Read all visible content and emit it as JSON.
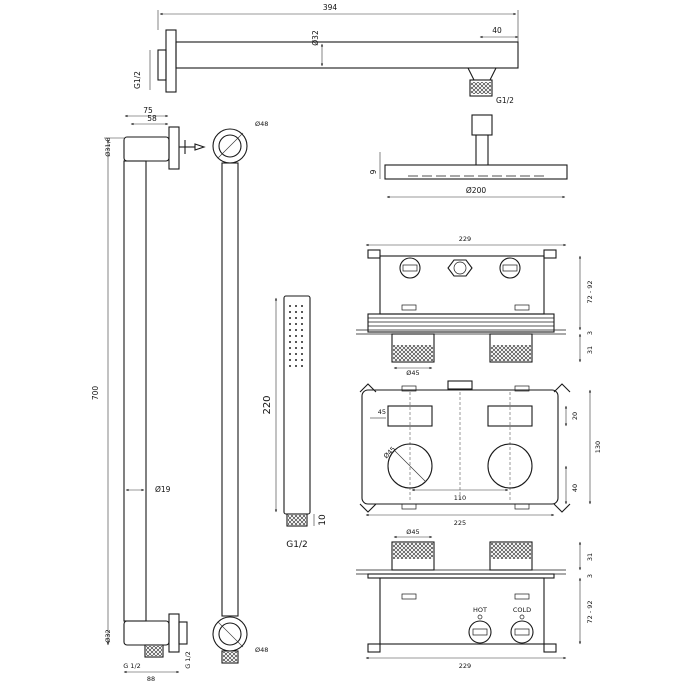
{
  "shower_arm": {
    "length": "394",
    "diameter": "Ø32",
    "tip": "40",
    "thread_wall": "G1/2",
    "thread_outlet": "G1/2"
  },
  "riser_rail": {
    "width_75": "75",
    "width_58": "58",
    "top_diameter": "Ø31,8",
    "length": "700",
    "rail_diameter": "Ø19",
    "bottom_diameter": "Ø32",
    "bottom_thread": "G 1/2",
    "bottom_thread_side": "G 1/2",
    "bottom_width": "88",
    "ring_top": "Ø48",
    "ring_bottom": "Ø48"
  },
  "hand_shower": {
    "length": "220",
    "connector": "10",
    "thread": "G1/2"
  },
  "head_shower": {
    "height": "9",
    "diameter": "Ø200"
  },
  "mixer_top_view": {
    "width": "229",
    "depth_range": "72 - 92",
    "plate": "3",
    "knob_height": "31",
    "knob_diameter": "Ø45"
  },
  "mixer_front_view": {
    "handle_width": "45",
    "slot_height": "20",
    "height": "130",
    "knob_diameter": "Ø45",
    "spacing": "110",
    "bottom_offset": "40",
    "width": "225"
  },
  "mixer_bottom_view": {
    "knob_diameter": "Ø45",
    "knob_height": "31",
    "plate": "3",
    "depth_range": "72 - 92",
    "width": "229",
    "hot_label": "HOT",
    "cold_label": "COLD"
  }
}
